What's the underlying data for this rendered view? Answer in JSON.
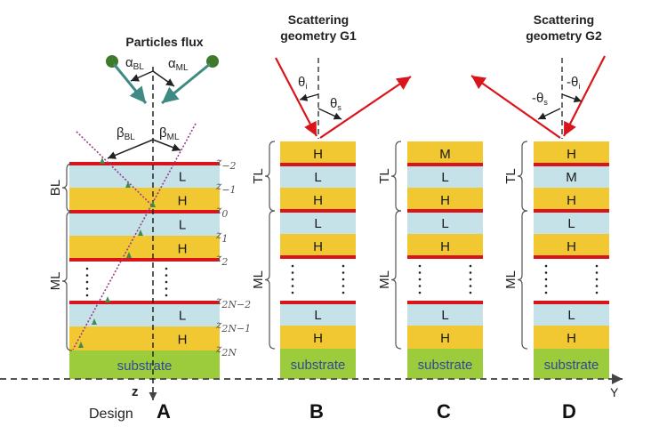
{
  "colors": {
    "H_layer": "#f2c832",
    "L_layer": "#c5e2e8",
    "M_layer": "#c5e2e8",
    "substrate": "#9ccc3c",
    "interface": "#d9151b",
    "substrate_text": "#2e4a9a",
    "particle": "#3e7a2a",
    "flux_arrow": "#3f8a82",
    "beam": "#d9151b",
    "trace": "#9a3a8a"
  },
  "panels": {
    "A": {
      "title": "Particles flux",
      "panel_label": "A",
      "design_label": "Design",
      "axis_z_label": "z",
      "angles": {
        "alpha_bl": "α",
        "alpha_bl_sub": "BL",
        "alpha_ml": "α",
        "alpha_ml_sub": "ML",
        "beta_bl": "β",
        "beta_bl_sub": "BL",
        "beta_ml": "β",
        "beta_ml_sub": "ML"
      },
      "brace_top": "BL",
      "brace_bottom": "ML",
      "layers_top": [
        "L",
        "H",
        "L",
        "H"
      ],
      "layers_bottom": [
        "L",
        "H"
      ],
      "substrate": "substrate",
      "z_labels": [
        {
          "base": "z",
          "sub": "−2"
        },
        {
          "base": "z",
          "sub": "−1"
        },
        {
          "base": "z",
          "sub": "0"
        },
        {
          "base": "z",
          "sub": "1"
        },
        {
          "base": "z",
          "sub": "2"
        },
        {
          "base": "z",
          "sub": "2N−2"
        },
        {
          "base": "z",
          "sub": "2N−1"
        },
        {
          "base": "z",
          "sub": "2N"
        }
      ]
    },
    "B": {
      "title_line1": "Scattering",
      "title_line2": "geometry G1",
      "panel_label": "B",
      "angle_i": "θ",
      "angle_i_sub": "i",
      "angle_s": "θ",
      "angle_s_sub": "s",
      "brace_top": "TL",
      "brace_bottom": "ML",
      "layers_top": [
        "H",
        "L",
        "H",
        "L",
        "H"
      ],
      "layers_bottom": [
        "L",
        "H"
      ],
      "substrate": "substrate"
    },
    "C": {
      "panel_label": "C",
      "brace_top": "TL",
      "brace_bottom": "ML",
      "layers_top": [
        "M",
        "L",
        "H",
        "L",
        "H"
      ],
      "layers_bottom": [
        "L",
        "H"
      ],
      "substrate": "substrate"
    },
    "D": {
      "title_line1": "Scattering",
      "title_line2": "geometry G2",
      "panel_label": "D",
      "angle_i": "-θ",
      "angle_i_sub": "i",
      "angle_s": "-θ",
      "angle_s_sub": "s",
      "brace_top": "TL",
      "brace_bottom": "ML",
      "layers_top": [
        "H",
        "M",
        "H",
        "L",
        "H"
      ],
      "layers_bottom": [
        "L",
        "H"
      ],
      "substrate": "substrate"
    }
  },
  "axis_y_label": "Y"
}
